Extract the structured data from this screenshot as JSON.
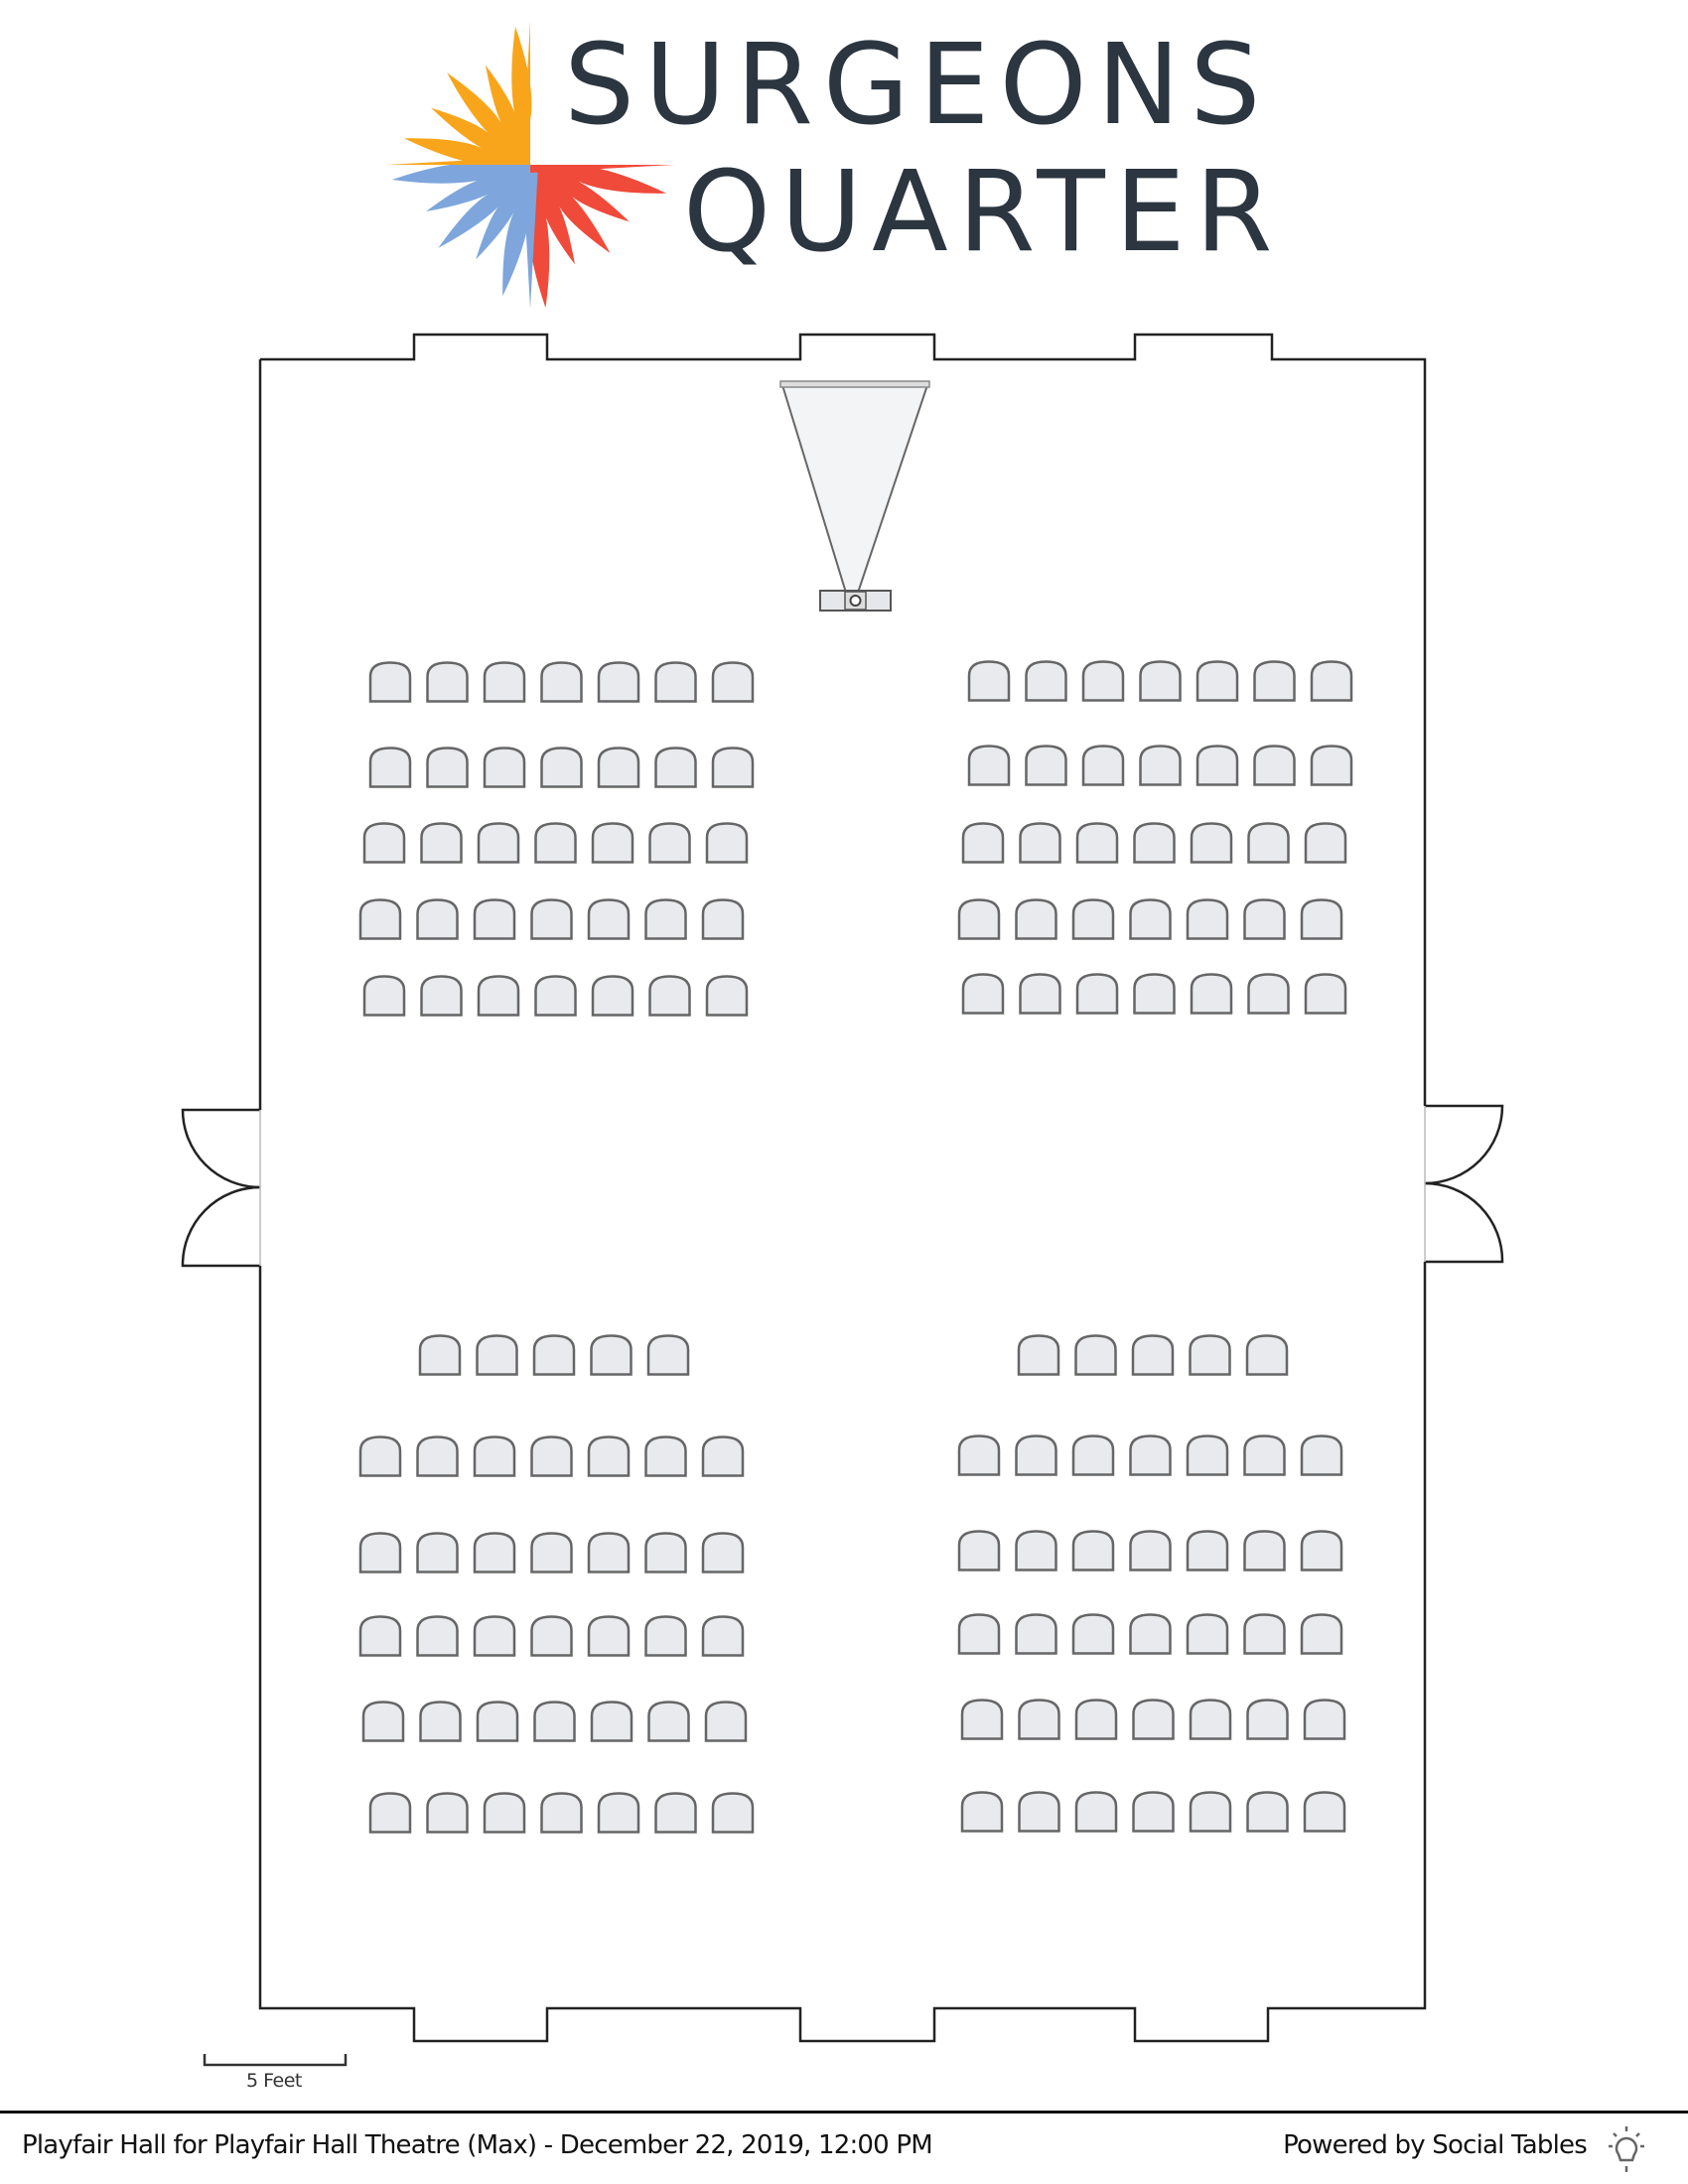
{
  "logo": {
    "line1": "SURGEONS",
    "line2": "QUARTER",
    "colors": {
      "text": "#2b3640",
      "orange": "#f9a51b",
      "blue": "#7ea6dc",
      "red": "#f04a3a"
    }
  },
  "scale_bar": {
    "label": "5 Feet"
  },
  "floorplan": {
    "projector_icon": "projector-screen-icon",
    "sections": [
      {
        "name": "front-left",
        "rows": [
          7,
          7,
          7,
          7,
          7
        ]
      },
      {
        "name": "front-right",
        "rows": [
          7,
          7,
          7,
          7,
          7
        ]
      },
      {
        "name": "rear-left",
        "rows": [
          5,
          7,
          7,
          7,
          7,
          7
        ]
      },
      {
        "name": "rear-right",
        "rows": [
          5,
          7,
          7,
          7,
          7,
          7
        ]
      }
    ],
    "chair_fill": "#e8eaed",
    "chair_stroke": "#666666"
  },
  "footer": {
    "event": "Playfair Hall for Playfair Hall Theatre (Max) - December 22, 2019, 12:00 PM",
    "powered_by": "Powered by Social Tables",
    "icon": "social-tables-lightbulb-icon"
  }
}
